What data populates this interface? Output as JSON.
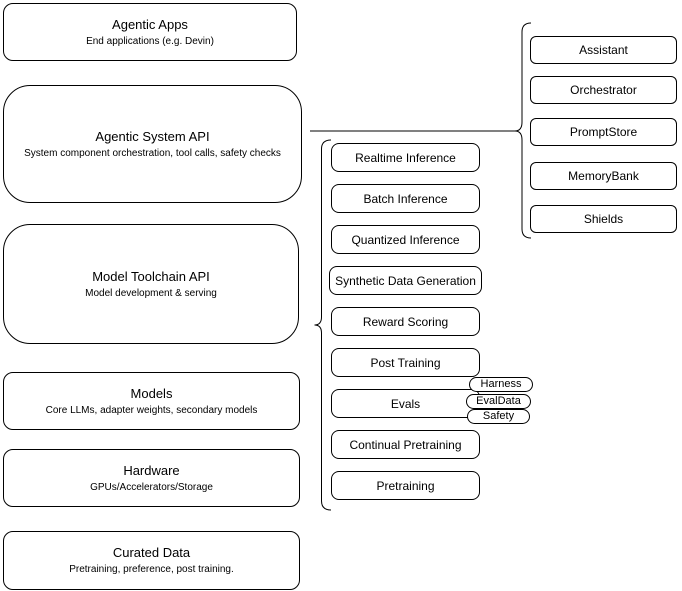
{
  "diagram": {
    "colors": {
      "background": "#ffffff",
      "node_fill": "#ffffff",
      "stroke": "#000000",
      "text": "#000000"
    },
    "left_stack": [
      {
        "title": "Agentic Apps",
        "subtitle": "End applications (e.g. Devin)"
      },
      {
        "title": "Agentic System API",
        "subtitle": "System component orchestration, tool calls, safety checks"
      },
      {
        "title": "Model Toolchain API",
        "subtitle": "Model development & serving"
      },
      {
        "title": "Models",
        "subtitle": "Core LLMs, adapter weights, secondary models"
      },
      {
        "title": "Hardware",
        "subtitle": "GPUs/Accelerators/Storage"
      },
      {
        "title": "Curated Data",
        "subtitle": "Pretraining, preference, post training."
      }
    ],
    "toolchain_items": [
      "Realtime Inference",
      "Batch Inference",
      "Quantized Inference",
      "Synthetic Data Generation",
      "Reward Scoring",
      "Post Training",
      "Evals",
      "Continual Pretraining",
      "Pretraining"
    ],
    "evals_tags": [
      "Harness",
      "EvalData",
      "Safety"
    ],
    "system_components": [
      "Assistant",
      "Orchestrator",
      "PromptStore",
      "MemoryBank",
      "Shields"
    ]
  }
}
